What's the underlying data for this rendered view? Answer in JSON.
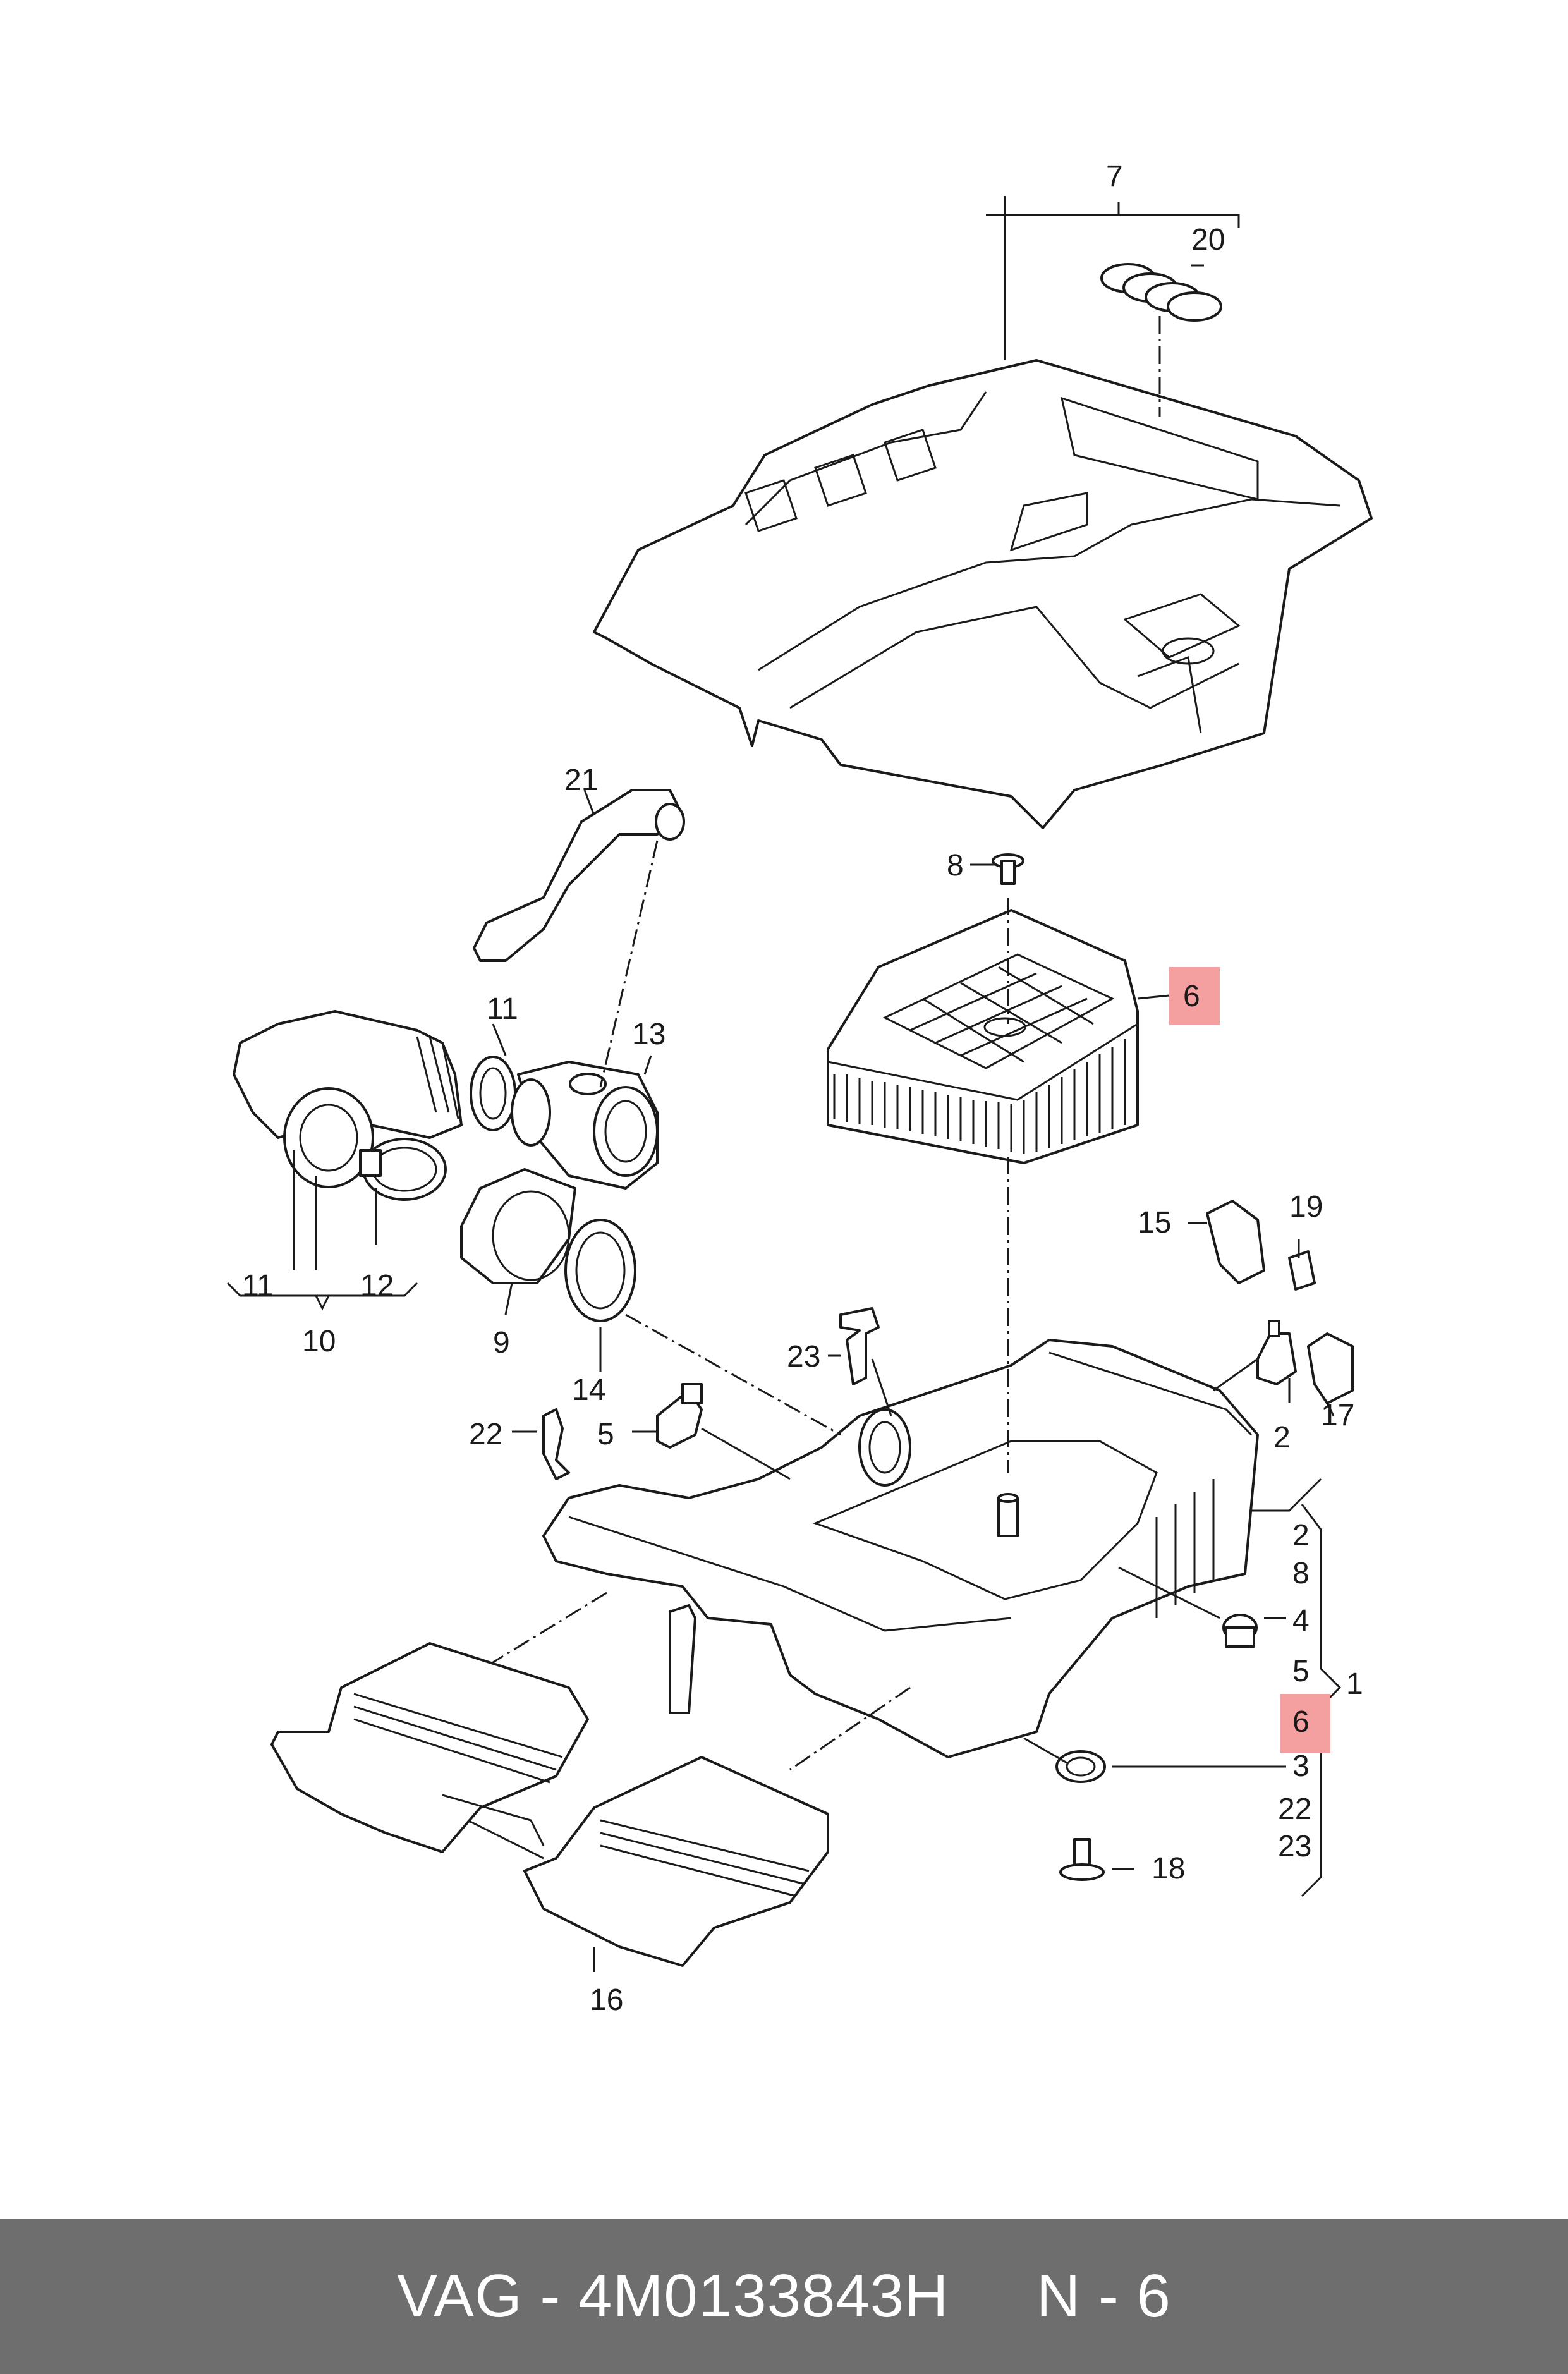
{
  "labels": {
    "l1": "1",
    "l2a": "2",
    "l2b": "2",
    "l3": "3",
    "l4": "4",
    "l5a": "5",
    "l5b": "5",
    "l6a": "6",
    "l6b": "6",
    "l7": "7",
    "l8a": "8",
    "l8b": "8",
    "l9": "9",
    "l10": "10",
    "l11a": "11",
    "l11b": "11",
    "l12": "12",
    "l13": "13",
    "l14": "14",
    "l15": "15",
    "l16": "16",
    "l17": "17",
    "l18": "18",
    "l19": "19",
    "l20": "20",
    "l21": "21",
    "l22a": "22",
    "l22b": "22",
    "l23a": "23",
    "l23b": "23"
  },
  "footer": {
    "brand": "VAG",
    "separator": " - ",
    "part_number": "4M0133843H",
    "position": "N - 6"
  },
  "colors": {
    "highlight": "#f4a0a0",
    "footer_bg": "#6e6e6e",
    "line": "#1a1a1a"
  }
}
